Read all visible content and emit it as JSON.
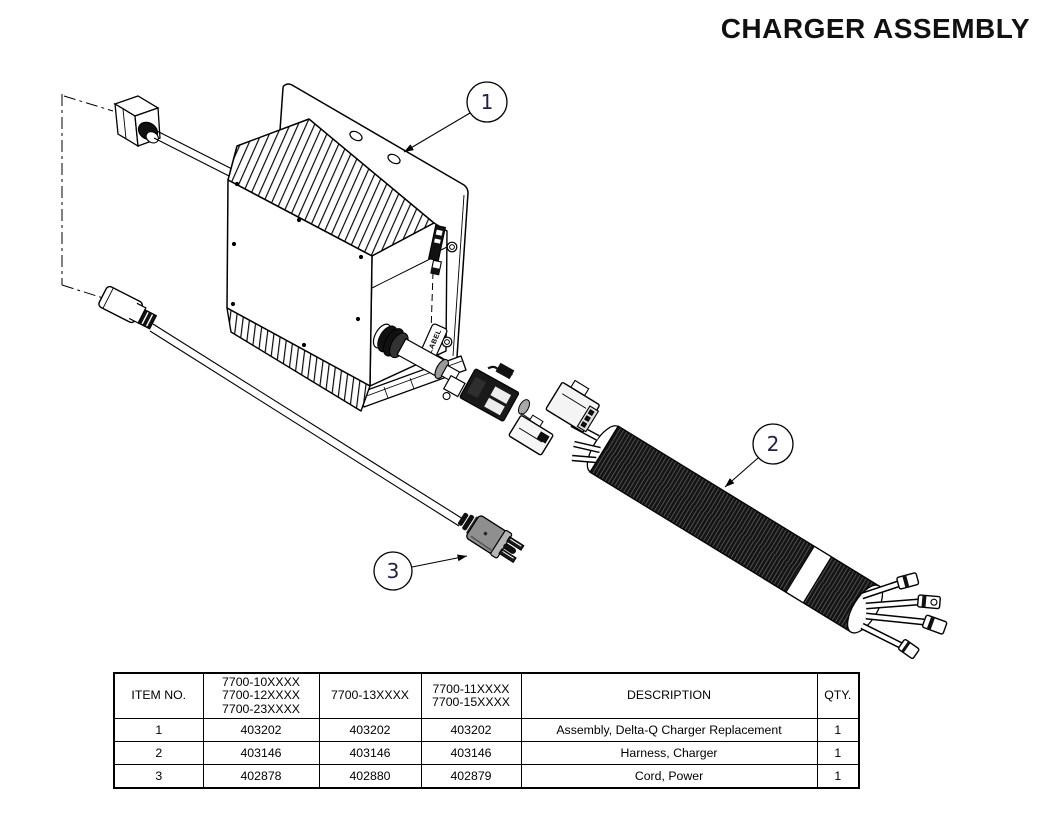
{
  "title": "CHARGER ASSEMBLY",
  "diagram": {
    "callouts": [
      {
        "number": "1",
        "target": "mounting plate / charger assembly"
      },
      {
        "number": "2",
        "target": "corrugated charger harness"
      },
      {
        "number": "3",
        "target": "power cord plug"
      }
    ],
    "charger_label_tag": "LABEL"
  },
  "parts_table": {
    "headers": {
      "item_no": "ITEM NO.",
      "models_a": "7700-10XXXX\n7700-12XXXX\n7700-23XXXX",
      "models_b": "7700-13XXXX",
      "models_c": "7700-11XXXX\n7700-15XXXX",
      "description": "DESCRIPTION",
      "qty": "QTY."
    },
    "rows": [
      {
        "item_no": "1",
        "part_a": "403202",
        "part_b": "403202",
        "part_c": "403202",
        "description": "Assembly, Delta-Q Charger Replacement",
        "qty": "1"
      },
      {
        "item_no": "2",
        "part_a": "403146",
        "part_b": "403146",
        "part_c": "403146",
        "description": "Harness, Charger",
        "qty": "1"
      },
      {
        "item_no": "3",
        "part_a": "402878",
        "part_b": "402880",
        "part_c": "402879",
        "description": "Cord, Power",
        "qty": "1"
      }
    ]
  },
  "colors": {
    "line": "#000000",
    "background": "#ffffff",
    "callout_text": "#20204a",
    "tube_fill": "#141414",
    "plug_body": "#8f8f8f"
  }
}
